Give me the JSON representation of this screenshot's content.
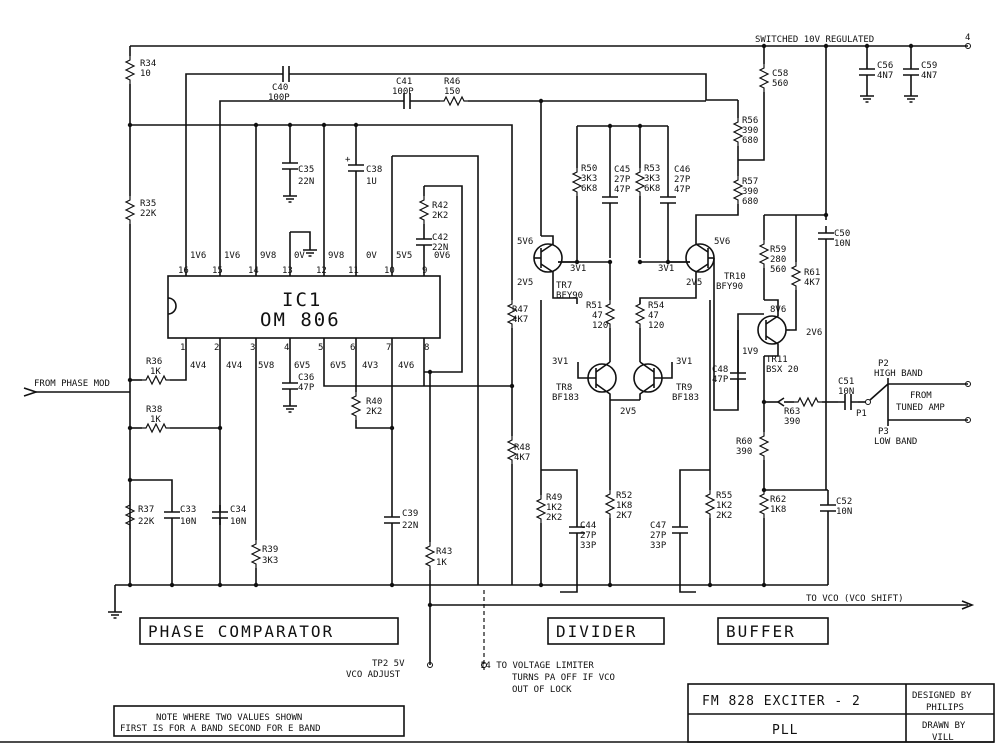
{
  "supply": {
    "label": "SWITCHED 10V REGULATED",
    "terminal": "4"
  },
  "input_label": "FROM PHASE MOD",
  "output_label": "TO VCO (VCO SHIFT)",
  "ic": {
    "ref": "IC1",
    "part": "OM 806",
    "pins_top": [
      {
        "num": "16",
        "v": "1V6"
      },
      {
        "num": "15",
        "v": "1V6"
      },
      {
        "num": "14",
        "v": "9V8"
      },
      {
        "num": "13",
        "v": "0V"
      },
      {
        "num": "12",
        "v": "9V8"
      },
      {
        "num": "11",
        "v": "0V"
      },
      {
        "num": "10",
        "v": "5V5"
      },
      {
        "num": "9",
        "v": "0V6"
      }
    ],
    "pins_bottom": [
      {
        "num": "1",
        "v": "4V4"
      },
      {
        "num": "2",
        "v": "4V4"
      },
      {
        "num": "3",
        "v": "5V8"
      },
      {
        "num": "4",
        "v": "6V5"
      },
      {
        "num": "5",
        "v": "6V5"
      },
      {
        "num": "6",
        "v": "4V3"
      },
      {
        "num": "7",
        "v": "4V6"
      },
      {
        "num": "8",
        "v": ""
      }
    ],
    "top_extra": "0V"
  },
  "resistors": {
    "R34": {
      "ref": "R34",
      "val": "10"
    },
    "R35": {
      "ref": "R35",
      "val": "22K"
    },
    "R36": {
      "ref": "R36",
      "val": "1K"
    },
    "R38": {
      "ref": "R38",
      "val": "1K"
    },
    "R37": {
      "ref": "R37",
      "val": "22K"
    },
    "R39": {
      "ref": "R39",
      "val": "3K3"
    },
    "R40": {
      "ref": "R40",
      "val": "2K2"
    },
    "R42": {
      "ref": "R42",
      "val": "2K2"
    },
    "R43": {
      "ref": "R43",
      "val": "1K"
    },
    "R46": {
      "ref": "R46",
      "val": "150"
    },
    "R47": {
      "ref": "R47",
      "val": "4K7"
    },
    "R48": {
      "ref": "R48",
      "val": "4K7"
    },
    "R49": {
      "ref": "R49",
      "val1": "1K2",
      "val2": "2K2"
    },
    "R50": {
      "ref": "R50",
      "val1": "3K3",
      "val2": "6K8"
    },
    "R51": {
      "ref": "R51",
      "val1": "47",
      "val2": "120"
    },
    "R52": {
      "ref": "R52",
      "val1": "1K8",
      "val2": "2K7"
    },
    "R53": {
      "ref": "R53",
      "val1": "3K3",
      "val2": "6K8"
    },
    "R54": {
      "ref": "R54",
      "val1": "47",
      "val2": "120"
    },
    "R55": {
      "ref": "R55",
      "val1": "1K2",
      "val2": "2K2"
    },
    "R56": {
      "ref": "R56",
      "val1": "390",
      "val2": "680"
    },
    "R57": {
      "ref": "R57",
      "val1": "390",
      "val2": "680"
    },
    "R58": {
      "ref": "C58",
      "val": "560"
    },
    "R59": {
      "ref": "R59",
      "val1": "280",
      "val2": "560"
    },
    "R60": {
      "ref": "R60",
      "val": "390"
    },
    "R61": {
      "ref": "R61",
      "val": "4K7"
    },
    "R62": {
      "ref": "R62",
      "val": "1K8"
    },
    "R63": {
      "ref": "R63",
      "val": "390"
    }
  },
  "capacitors": {
    "C33": {
      "ref": "C33",
      "val": "10N"
    },
    "C34": {
      "ref": "C34",
      "val": "10N"
    },
    "C35": {
      "ref": "C35",
      "val": "22N"
    },
    "C36": {
      "ref": "C36",
      "val": "47P"
    },
    "C38": {
      "ref": "C38",
      "val": "1U"
    },
    "C39": {
      "ref": "C39",
      "val": "22N"
    },
    "C40": {
      "ref": "C40",
      "val": "100P"
    },
    "C41": {
      "ref": "C41",
      "val": "100P"
    },
    "C42": {
      "ref": "C42",
      "val": "22N"
    },
    "C44": {
      "ref": "C44",
      "val1": "27P",
      "val2": "33P"
    },
    "C45": {
      "ref": "C45",
      "val1": "27P",
      "val2": "47P"
    },
    "C46": {
      "ref": "C46",
      "val1": "27P",
      "val2": "47P"
    },
    "C47": {
      "ref": "C47",
      "val1": "27P",
      "val2": "33P"
    },
    "C48": {
      "ref": "C48",
      "val": "47P"
    },
    "C50": {
      "ref": "C50",
      "val": "10N"
    },
    "C51": {
      "ref": "C51",
      "val": "10N"
    },
    "C52": {
      "ref": "C52",
      "val": "10N"
    },
    "C56": {
      "ref": "C56",
      "val": "4N7"
    },
    "C59": {
      "ref": "C59",
      "val": "4N7"
    }
  },
  "transistors": {
    "TR7": {
      "ref": "TR7",
      "type": "BFY90",
      "vc": "5V6",
      "ve": "2V5",
      "vb": "3V1"
    },
    "TR10": {
      "ref": "TR10",
      "type": "BFY90",
      "vc": "5V6",
      "ve": "2V5",
      "vb": "3V1"
    },
    "TR8": {
      "ref": "TR8",
      "type": "BF183",
      "vb": "3V1"
    },
    "TR9": {
      "ref": "TR9",
      "type": "BF183",
      "vb": "3V1"
    },
    "TR11": {
      "ref": "TR11",
      "type": "BSX 20",
      "vc": "8V6",
      "vb": "1V9",
      "ve": "2V6"
    },
    "divider_emitters": "2V5"
  },
  "bands": {
    "p2_ref": "P2",
    "p2_label": "HIGH BAND",
    "p1_ref": "P1",
    "p3_ref": "P3",
    "p3_label": "LOW BAND",
    "from_label": "FROM",
    "from_label2": "TUNED AMP"
  },
  "sections": [
    "PHASE COMPARATOR",
    "DIVIDER",
    "BUFFER"
  ],
  "testpoints": {
    "tp2_line1": "TP2  5V",
    "tp2_line2": "VCO ADJUST",
    "t14_line1": "14  TO VOLTAGE LIMITER",
    "t14_line2": "TURNS PA OFF IF VCO",
    "t14_line3": "OUT OF LOCK"
  },
  "note": {
    "line1": "NOTE WHERE TWO VALUES SHOWN",
    "line2": "FIRST IS FOR A BAND SECOND FOR E BAND"
  },
  "title_block": {
    "title": "FM 828 EXCITER - 2",
    "subtitle": "PLL",
    "designed_label": "DESIGNED BY",
    "designed_by": "PHILIPS",
    "drawn_label": "DRAWN BY",
    "drawn_by": "VILL"
  }
}
